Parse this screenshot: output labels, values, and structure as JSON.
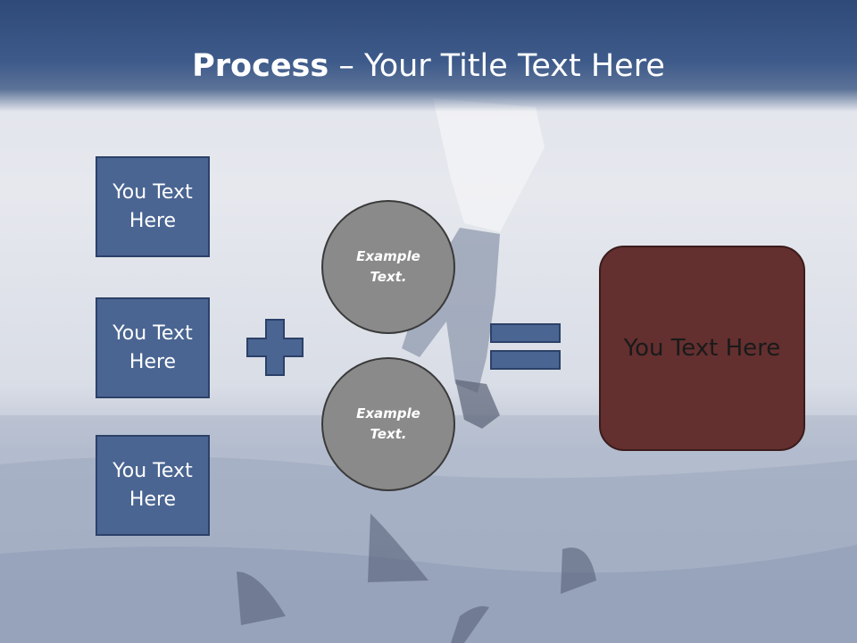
{
  "slide": {
    "title_bold": "Process",
    "title_rest": " – Your Title Text Here",
    "boxes": [
      "You Text Here",
      "You Text Here",
      "You Text Here"
    ],
    "circles": [
      "Example Text.",
      "Example Text."
    ],
    "result": "You Text Here"
  },
  "colors": {
    "header": "#3d5a8a",
    "box": "#4a6592",
    "circle": "#8a8a8a",
    "result": "#642f2f"
  },
  "icons": {
    "plus": "plus-icon",
    "equals": "equals-icon"
  }
}
